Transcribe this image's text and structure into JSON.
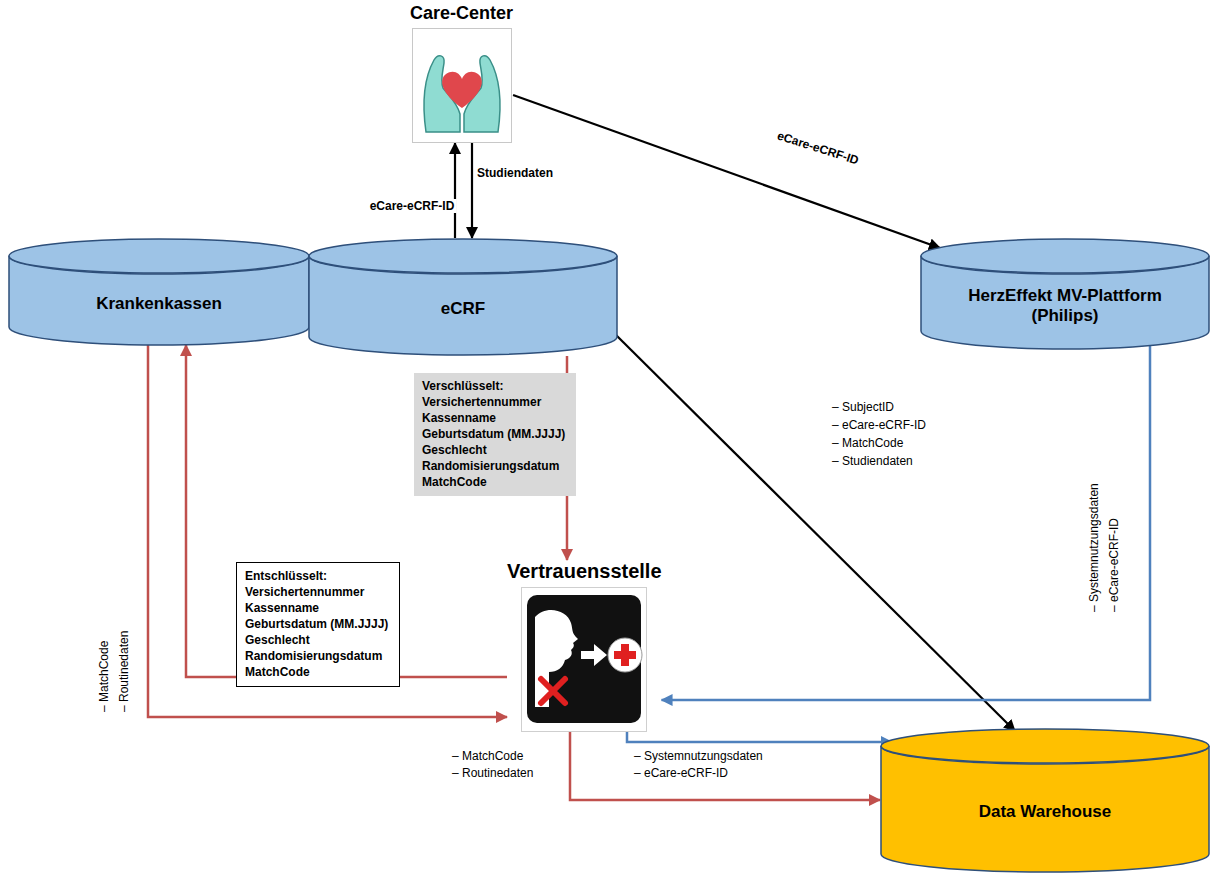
{
  "diagram": {
    "nodes": [
      {
        "text": [
          "Care-Center"
        ]
      },
      {
        "text": [
          "Krankenkassen"
        ]
      },
      {
        "text": [
          "eCRF"
        ]
      },
      {
        "text": [
          "HerzEffekt MV-Plattform (Philips)"
        ]
      },
      {
        "text": [
          "Vertrauensstelle"
        ]
      },
      {
        "text": [
          "Data Warehouse"
        ]
      },
      {
        "text": [
          "Verschlüsselt:",
          "Versichertennummer",
          "Kassenname",
          "Geburtsdatum (MM.JJJJ)",
          "Geschlecht",
          "Randomisierungsdatum",
          "MatchCode"
        ]
      },
      {
        "text": [
          "Entschlüsselt:",
          "Versichertennummer",
          "Kassenname",
          "Geburtsdatum (MM.JJJJ)",
          "Geschlecht",
          "Randomisierungsdatum",
          "MatchCode"
        ]
      }
    ],
    "edges": [
      {
        "from": 2,
        "to": 0,
        "arrow": "to",
        "label": "eCare-eCRF-ID"
      },
      {
        "from": 0,
        "to": 2,
        "arrow": "to",
        "label": "Studiendaten"
      },
      {
        "from": 0,
        "to": 3,
        "arrow": "to",
        "label": "eCare-eCRF-ID"
      },
      {
        "from": 2,
        "to": 5,
        "arrow": "to"
      },
      {
        "from": 2,
        "to": 4,
        "arrow": "to"
      },
      {
        "from": 4,
        "to": 1,
        "arrow": "to"
      },
      {
        "from": 1,
        "to": 4,
        "arrow": "to"
      },
      {
        "from": 3,
        "to": 4,
        "arrow": "to"
      },
      {
        "from": 4,
        "to": 5,
        "arrow": "to"
      },
      {
        "from": 4,
        "to": 5,
        "arrow": "to"
      }
    ],
    "labels": [
      "– SubjectID",
      "– eCare-eCRF-ID",
      "– MatchCode",
      "– Studiendaten",
      "– Systemnutzungsdaten",
      "– eCare-eCRF-ID",
      "– MatchCode",
      "– Routinedaten",
      "– MatchCode",
      "– Routinedaten",
      "– Systemnutzungsdaten",
      "– eCare-eCRF-ID"
    ]
  }
}
